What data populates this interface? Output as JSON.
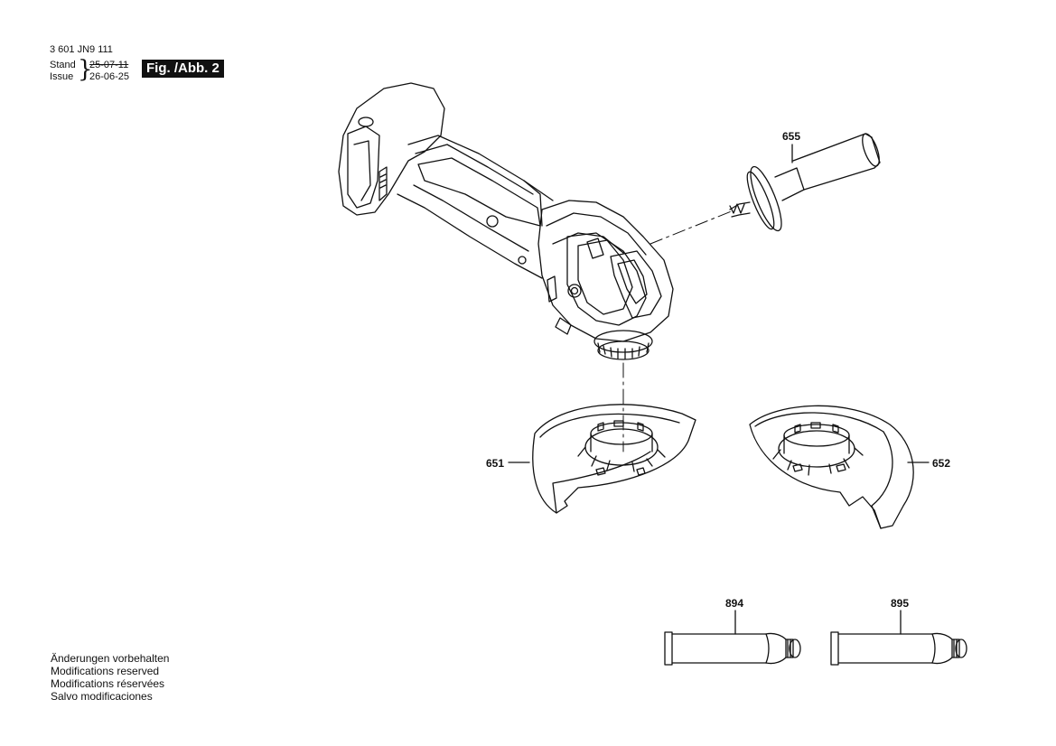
{
  "header": {
    "doc_number": "3 601 JN9 111",
    "stand_label": "Stand",
    "issue_label": "Issue",
    "date_superseded": "25-07-11",
    "date_current": "26-06-25",
    "figure_label": "Fig. /Abb. 2"
  },
  "notes": [
    "Änderungen vorbehalten",
    "Modifications reserved",
    "Modifications réservées",
    "Salvo modificaciones"
  ],
  "parts": {
    "p651": "651",
    "p652": "652",
    "p655": "655",
    "p894": "894",
    "p895": "895"
  }
}
